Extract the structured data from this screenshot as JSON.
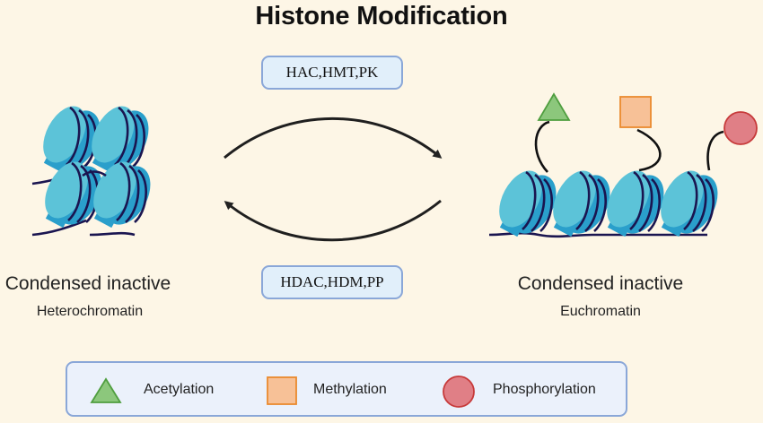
{
  "title": "Histone Modification",
  "enzymes": {
    "forward": "HAC,HMT,PK",
    "reverse": "HDAC,HDM,PP"
  },
  "left_state": {
    "line1": "Condensed inactive",
    "line2": "Heterochromatin"
  },
  "right_state": {
    "line1": "Condensed inactive",
    "line2": "Euchromatin"
  },
  "legend": [
    {
      "label": "Acetylation",
      "shape": "triangle-icon",
      "fill": "#8cc77c",
      "stroke": "#4f9e3f"
    },
    {
      "label": "Methylation",
      "shape": "square-icon",
      "fill": "#f7c197",
      "stroke": "#ea8a2e"
    },
    {
      "label": "Phosphorylation",
      "shape": "circle-icon",
      "fill": "#e07f86",
      "stroke": "#c73a3a"
    }
  ],
  "colors": {
    "background": "#fdf6e6",
    "histone_light": "#5cc3d8",
    "histone_dark": "#2a9fcb",
    "dna": "#1a1550",
    "box_fill": "#e1effa",
    "box_border": "#8aa7d8"
  }
}
